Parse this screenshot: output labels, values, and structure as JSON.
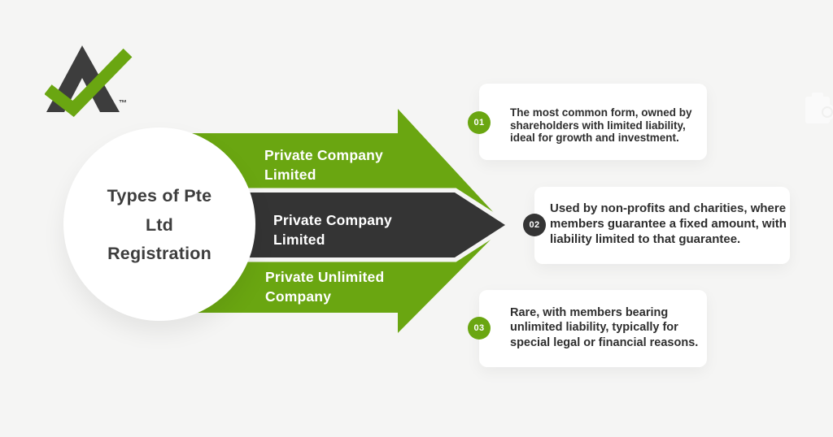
{
  "colors": {
    "green": "#6aa611",
    "dark": "#343434",
    "bg": "#f5f5f4",
    "ink": "#3d3d3d",
    "card_ink": "#2e2e2e"
  },
  "logo": {
    "tm": "™"
  },
  "hub": {
    "lines": [
      "Types of Pte",
      "Ltd",
      "Registration"
    ]
  },
  "arrows": [
    {
      "color": "green",
      "label_lines": [
        "Private Company",
        "Limited"
      ]
    },
    {
      "color": "dark",
      "label_lines": [
        "Private Company",
        "Limited"
      ]
    },
    {
      "color": "green",
      "label_lines": [
        "Private Unlimited",
        "Company"
      ]
    }
  ],
  "cards": [
    {
      "number": "01",
      "badge_color": "green",
      "lines": [
        "The most common form, owned by",
        "shareholders with limited liability,",
        "ideal for growth and investment."
      ]
    },
    {
      "number": "02",
      "badge_color": "dark",
      "lines": [
        "Used by non-profits and charities, where",
        "members guarantee a fixed amount, with",
        "liability limited to that guarantee."
      ]
    },
    {
      "number": "03",
      "badge_color": "green",
      "lines": [
        "Rare, with members bearing",
        "unlimited liability, typically for",
        "special legal or financial reasons."
      ]
    }
  ]
}
